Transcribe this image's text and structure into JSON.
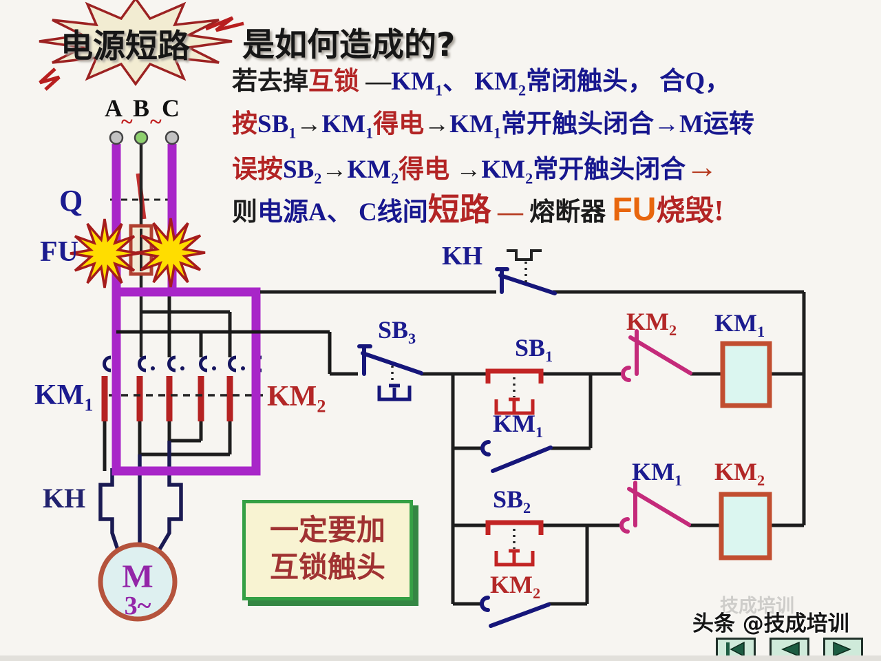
{
  "title": {
    "burst": "电源短路",
    "rest": "是如何造成的?"
  },
  "explanation": {
    "lines": [
      [
        {
          "t": "若去掉",
          "c": "k"
        },
        {
          "t": "互锁",
          "c": "r"
        },
        {
          "t": " —",
          "c": "k"
        },
        {
          "t": "KM",
          "c": "b"
        },
        {
          "t": "1",
          "c": "b",
          "sub": true
        },
        {
          "t": "、 ",
          "c": "b"
        },
        {
          "t": "KM",
          "c": "b"
        },
        {
          "t": "2",
          "c": "b",
          "sub": true
        },
        {
          "t": "常闭触头， 合Q，",
          "c": "b"
        }
      ],
      [
        {
          "t": "按",
          "c": "r"
        },
        {
          "t": "SB",
          "c": "b"
        },
        {
          "t": "1",
          "c": "b",
          "sub": true
        },
        {
          "t": "→",
          "c": "k"
        },
        {
          "t": "KM",
          "c": "b"
        },
        {
          "t": "1",
          "c": "b",
          "sub": true
        },
        {
          "t": "得电",
          "c": "r"
        },
        {
          "t": "→",
          "c": "k"
        },
        {
          "t": "KM",
          "c": "b"
        },
        {
          "t": "1",
          "c": "b",
          "sub": true
        },
        {
          "t": "常开触头闭合→M运转",
          "c": "b"
        }
      ],
      [
        {
          "t": "误按",
          "c": "r"
        },
        {
          "t": "SB",
          "c": "b"
        },
        {
          "t": "2",
          "c": "b",
          "sub": true
        },
        {
          "t": "→",
          "c": "k"
        },
        {
          "t": "KM",
          "c": "b"
        },
        {
          "t": "2",
          "c": "b",
          "sub": true
        },
        {
          "t": "得电",
          "c": "r"
        },
        {
          "t": " →",
          "c": "k"
        },
        {
          "t": "KM",
          "c": "b"
        },
        {
          "t": "2",
          "c": "b",
          "sub": true
        },
        {
          "t": "常开触头闭合",
          "c": "b"
        },
        {
          "t": "→",
          "c": "ba"
        }
      ],
      [
        {
          "t": "则",
          "c": "k"
        },
        {
          "t": "电源A、 C线间",
          "c": "b"
        },
        {
          "t": "短路",
          "c": "rb"
        },
        {
          "t": " — ",
          "c": "rd"
        },
        {
          "t": "熔断器 ",
          "c": "k"
        },
        {
          "t": "FU",
          "c": "o"
        },
        {
          "t": "烧毁!",
          "c": "bu"
        }
      ]
    ]
  },
  "circuit": {
    "phase_a": "A",
    "phase_b": "B",
    "phase_c": "C",
    "tilde1": "~",
    "tilde2": "~",
    "q": "Q",
    "fu": "FU",
    "kh_main": "KH",
    "kh_ctrl": "KH",
    "km1_main": {
      "b": "KM",
      "s": "1"
    },
    "km2_main": {
      "b": "KM",
      "s": "2"
    },
    "sb3": {
      "b": "SB",
      "s": "3"
    },
    "sb1": {
      "b": "SB",
      "s": "1"
    },
    "sb2": {
      "b": "SB",
      "s": "2"
    },
    "km2_interlock1": {
      "b": "KM",
      "s": "2"
    },
    "km1_coil": {
      "b": "KM",
      "s": "1"
    },
    "km1_selfhold": {
      "b": "KM",
      "s": "1"
    },
    "km1_interlock2": {
      "b": "KM",
      "s": "1"
    },
    "km2_coil": {
      "b": "KM",
      "s": "2"
    },
    "km2_selfhold": {
      "b": "KM",
      "s": "2"
    },
    "motor_letter": "M",
    "motor_phase": "3~"
  },
  "note_box": {
    "line1": "一定要加",
    "line2": "互锁触头"
  },
  "watermark": {
    "main": "头条 @技成培训",
    "faint": "技成培训"
  },
  "colors": {
    "highlight_purple": "#a826c8",
    "circuit_navy": "#16167a",
    "circuit_red": "#b52222",
    "interlock_magenta": "#c42a7a",
    "coil_fill": "#dbf6f0",
    "coil_border": "#c14e30",
    "note_green": "#35a045",
    "fu_orange": "#e8660d",
    "explosion_yellow": "#ffdd00"
  }
}
